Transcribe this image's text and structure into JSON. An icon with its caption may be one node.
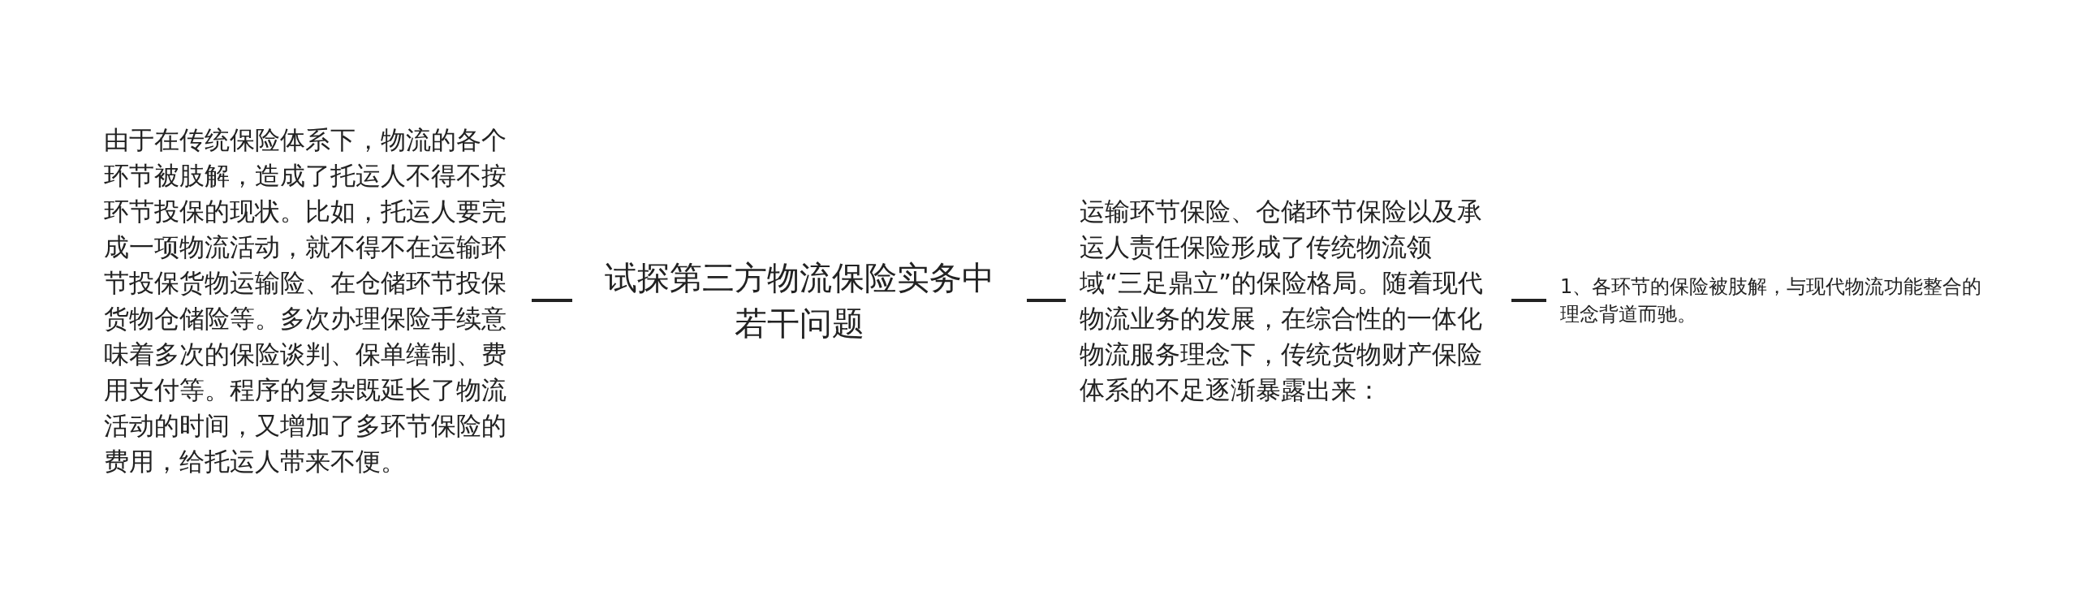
{
  "diagram": {
    "nodes": [
      {
        "text": [
          "由于在传统保险体系下，物流的各个环节被肢解，造成了托运人不得不按环节投保的现状。比如，托运人要完成一项物流活动，就不得不在运输环节投保货物运输险、在仓储环节投保货物仓储险等。多次办理保险手续意味着多次的保险谈判、保单缮制、费用支付等。程序的复杂既延长了物流活动的时间，又增加了多环节保险的费用，给托运人带来不便。"
        ]
      },
      {
        "text": [
          "试探第三方物流保险实务中若干问题"
        ]
      },
      {
        "text": [
          "运输环节保险、仓储环节保险以及承运人责任保险形成了传统物流领域“三足鼎立”的保险格局。随着现代物流业务的发展，在综合性的一体化物流服务理念下，传统货物财产保险体系的不足逐渐暴露出来："
        ]
      },
      {
        "text": [
          "1、各环节的保险被肢解，与现代物流功能整合的理念背道而驰。"
        ]
      }
    ],
    "edges": [
      {
        "from": 1,
        "to": 0,
        "arrow": "none"
      },
      {
        "from": 1,
        "to": 2,
        "arrow": "none"
      },
      {
        "from": 2,
        "to": 3,
        "arrow": "none"
      }
    ]
  }
}
